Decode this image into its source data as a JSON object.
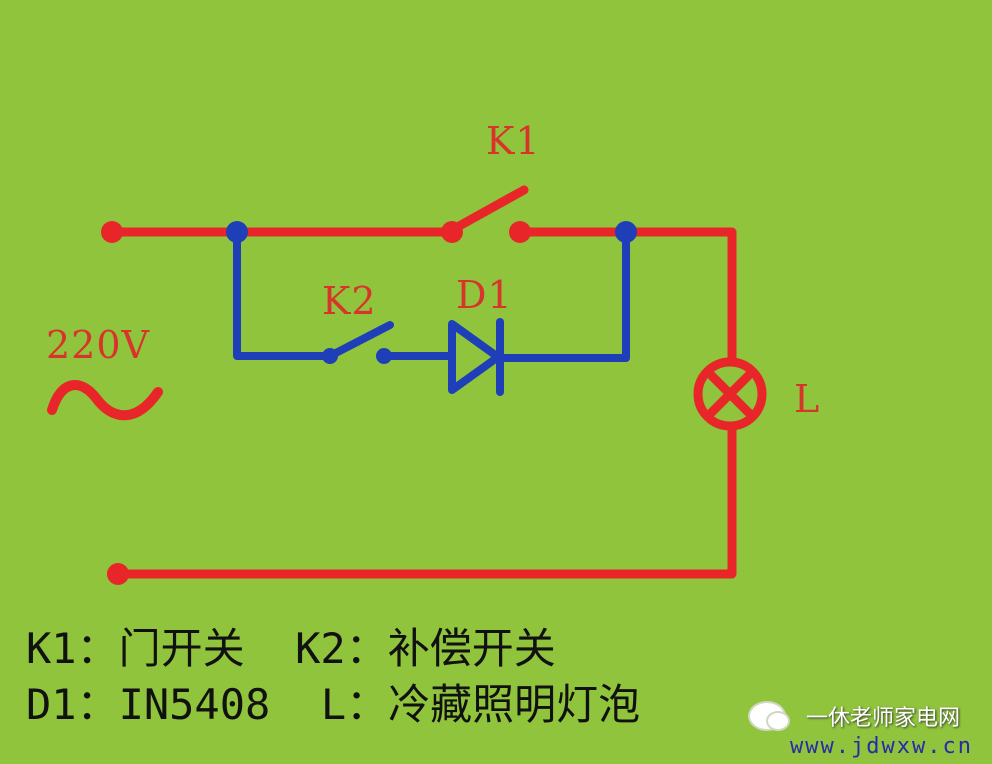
{
  "labels": {
    "k1": "K1",
    "k2": "K2",
    "d1": "D1",
    "voltage": "220V",
    "ac_symbol": "~",
    "lamp": "L"
  },
  "legend": {
    "line1": "K1：门开关  K2：补偿开关",
    "line2": "D1：IN5408  L：冷藏照明灯泡"
  },
  "watermark": {
    "name": "一休老师家电网",
    "url": "www.jdwxw.cn"
  },
  "colors": {
    "background": "#8fc43c",
    "main_circuit": "#e8262a",
    "branch_circuit": "#1f3fb8",
    "label_text": "#d9342b",
    "legend_text": "#111111"
  },
  "icons": {
    "watermark_logo": "wechat-icon"
  }
}
